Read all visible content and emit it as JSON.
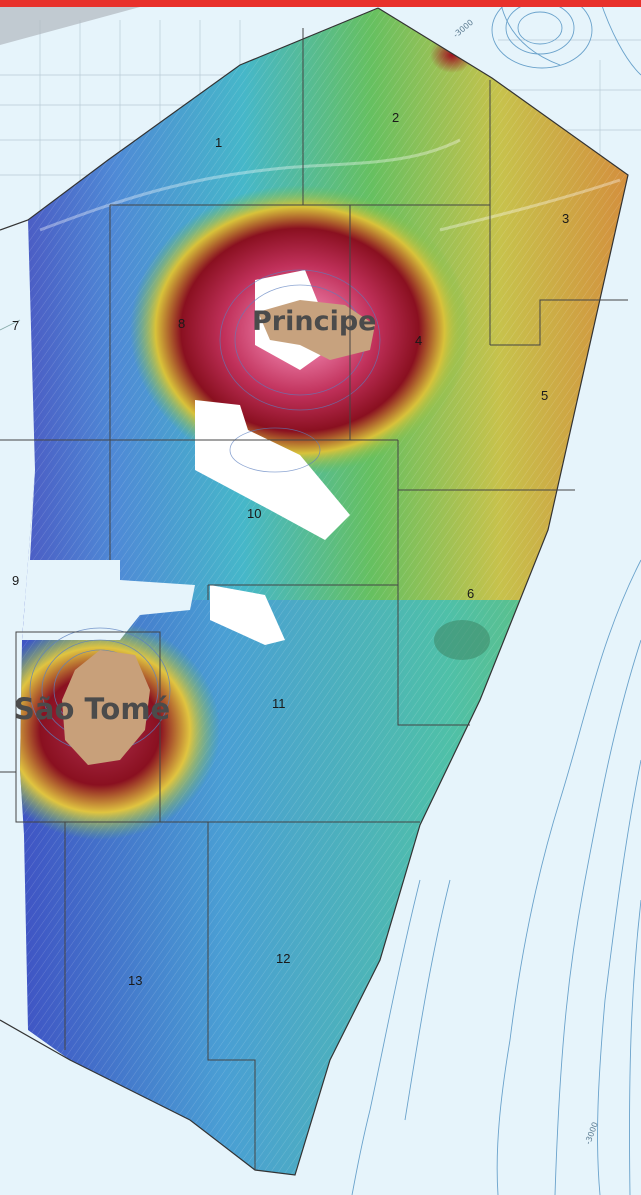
{
  "islands": {
    "principe": "Principe",
    "sao_tome": "São Tomé"
  },
  "blocks": [
    {
      "id": "block-1",
      "label": "1"
    },
    {
      "id": "block-2",
      "label": "2"
    },
    {
      "id": "block-3",
      "label": "3"
    },
    {
      "id": "block-4",
      "label": "4"
    },
    {
      "id": "block-5",
      "label": "5"
    },
    {
      "id": "block-6",
      "label": "6"
    },
    {
      "id": "block-7",
      "label": "7"
    },
    {
      "id": "block-8",
      "label": "8"
    },
    {
      "id": "block-9",
      "label": "9"
    },
    {
      "id": "block-10",
      "label": "10"
    },
    {
      "id": "block-11",
      "label": "11"
    },
    {
      "id": "block-12",
      "label": "12"
    },
    {
      "id": "block-13",
      "label": "13"
    }
  ],
  "contour_labels": [
    "-3000",
    "-3000"
  ],
  "colors": {
    "ocean": "#e6f4fb",
    "top_banner": "#e8312b",
    "island_land": "#c8a07a",
    "block_lines": "#444444",
    "contour": "#5b97c4"
  }
}
